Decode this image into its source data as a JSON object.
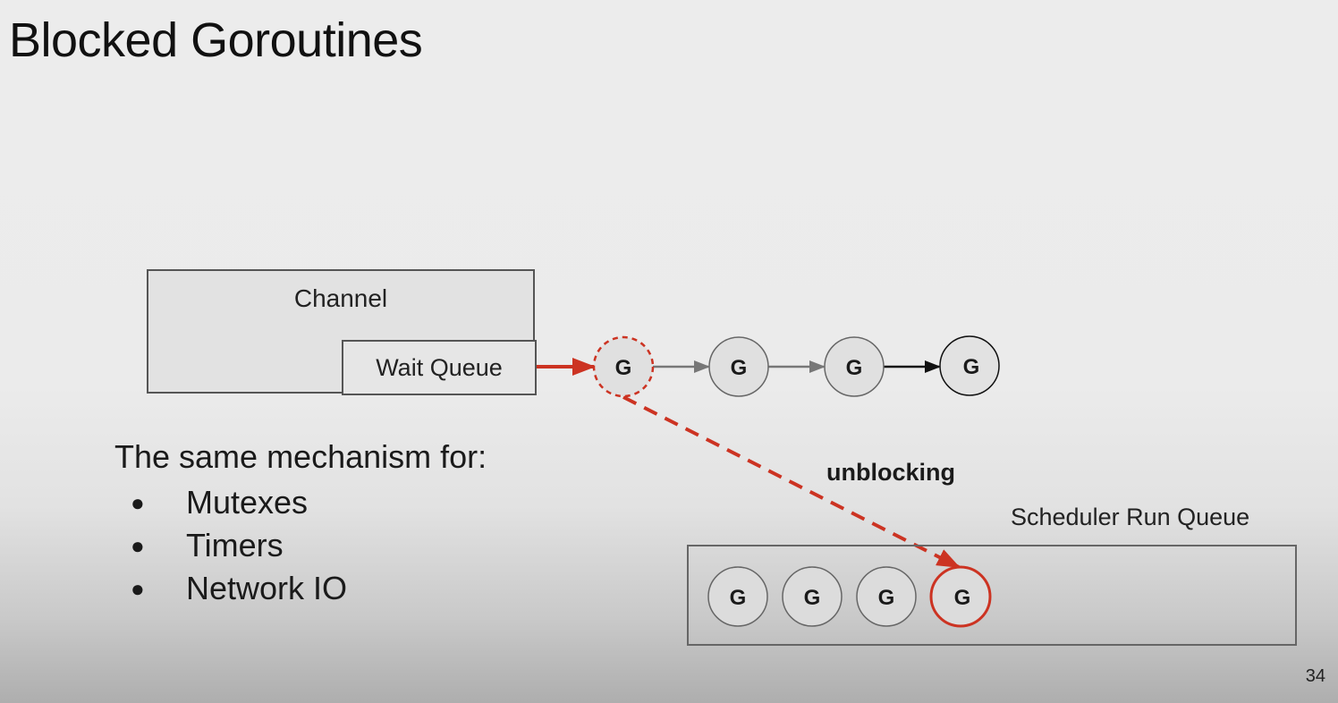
{
  "slide": {
    "title": "Blocked Goroutines",
    "page_number": "34"
  },
  "channel": {
    "label": "Channel",
    "wait_queue_label": "Wait Queue"
  },
  "wait_queue_goroutines": [
    {
      "label": "G",
      "style": "dashed-red"
    },
    {
      "label": "G",
      "style": "normal"
    },
    {
      "label": "G",
      "style": "normal"
    },
    {
      "label": "G",
      "style": "normal-dark"
    }
  ],
  "unblocking_label": "unblocking",
  "run_queue": {
    "label": "Scheduler Run Queue",
    "goroutines": [
      {
        "label": "G",
        "style": "normal"
      },
      {
        "label": "G",
        "style": "normal"
      },
      {
        "label": "G",
        "style": "normal"
      },
      {
        "label": "G",
        "style": "red"
      }
    ]
  },
  "mechanisms": {
    "lead": "The same mechanism for:",
    "items": [
      "Mutexes",
      "Timers",
      "Network IO"
    ]
  },
  "colors": {
    "accent_red": "#cc3322",
    "arrow_gray": "#777777",
    "node_fill": "#e0e0e0"
  }
}
